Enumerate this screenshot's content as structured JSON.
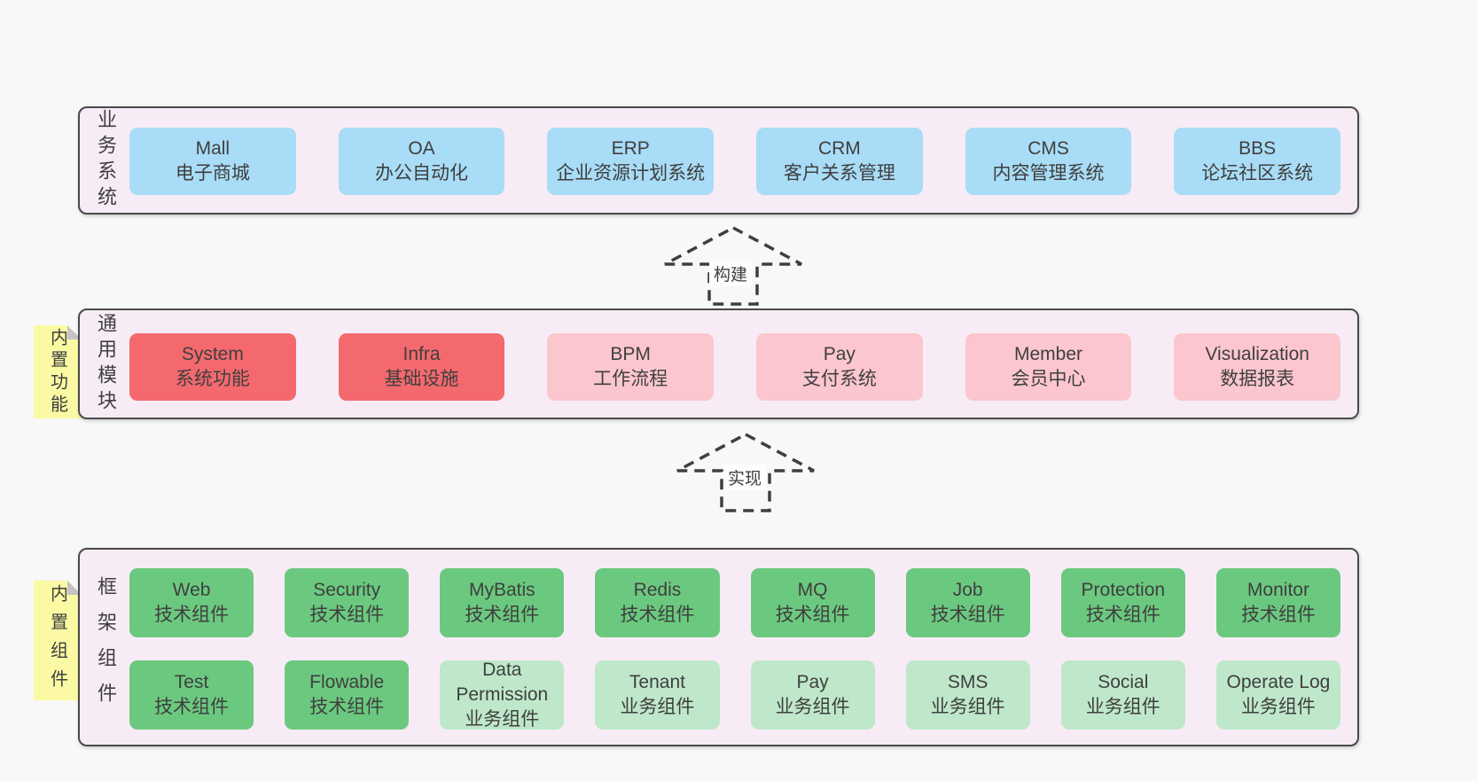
{
  "colors": {
    "page_bg": "#f8f8f8",
    "band_bg": "#f7ecf5",
    "band_border": "#4a4a4a",
    "text": "#3f3f3f",
    "blue_box": "#a9dcf6",
    "red_box": "#f4696e",
    "pink_box": "#fcc6cf",
    "green_box": "#6bc97f",
    "light_green_box": "#bfe8ca",
    "sticky_note": "#fbf9a3"
  },
  "bands": [
    {
      "label": "业务系统",
      "boxes": [
        {
          "title": "Mall",
          "subtitle": "电子商城"
        },
        {
          "title": "OA",
          "subtitle": "办公自动化"
        },
        {
          "title": "ERP",
          "subtitle": "企业资源计划系统"
        },
        {
          "title": "CRM",
          "subtitle": "客户关系管理"
        },
        {
          "title": "CMS",
          "subtitle": "内容管理系统"
        },
        {
          "title": "BBS",
          "subtitle": "论坛社区系统"
        }
      ]
    },
    {
      "label": "通用模块",
      "note": "内置功能",
      "boxes": [
        {
          "title": "System",
          "subtitle": "系统功能"
        },
        {
          "title": "Infra",
          "subtitle": "基础设施"
        },
        {
          "title": "BPM",
          "subtitle": "工作流程"
        },
        {
          "title": "Pay",
          "subtitle": "支付系统"
        },
        {
          "title": "Member",
          "subtitle": "会员中心"
        },
        {
          "title": "Visualization",
          "subtitle": "数据报表"
        }
      ]
    },
    {
      "label": "框架组件",
      "note": "内置组件",
      "row1": [
        {
          "title": "Web",
          "subtitle": "技术组件"
        },
        {
          "title": "Security",
          "subtitle": "技术组件"
        },
        {
          "title": "MyBatis",
          "subtitle": "技术组件"
        },
        {
          "title": "Redis",
          "subtitle": "技术组件"
        },
        {
          "title": "MQ",
          "subtitle": "技术组件"
        },
        {
          "title": "Job",
          "subtitle": "技术组件"
        },
        {
          "title": "Protection",
          "subtitle": "技术组件"
        },
        {
          "title": "Monitor",
          "subtitle": "技术组件"
        }
      ],
      "row2": [
        {
          "title": "Test",
          "subtitle": "技术组件"
        },
        {
          "title": "Flowable",
          "subtitle": "技术组件"
        },
        {
          "title": "Data Permission",
          "subtitle": "业务组件"
        },
        {
          "title": "Tenant",
          "subtitle": "业务组件"
        },
        {
          "title": "Pay",
          "subtitle": "业务组件"
        },
        {
          "title": "SMS",
          "subtitle": "业务组件"
        },
        {
          "title": "Social",
          "subtitle": "业务组件"
        },
        {
          "title": "Operate Log",
          "subtitle": "业务组件"
        }
      ]
    }
  ],
  "arrows": [
    {
      "label": "构建"
    },
    {
      "label": "实现"
    }
  ]
}
